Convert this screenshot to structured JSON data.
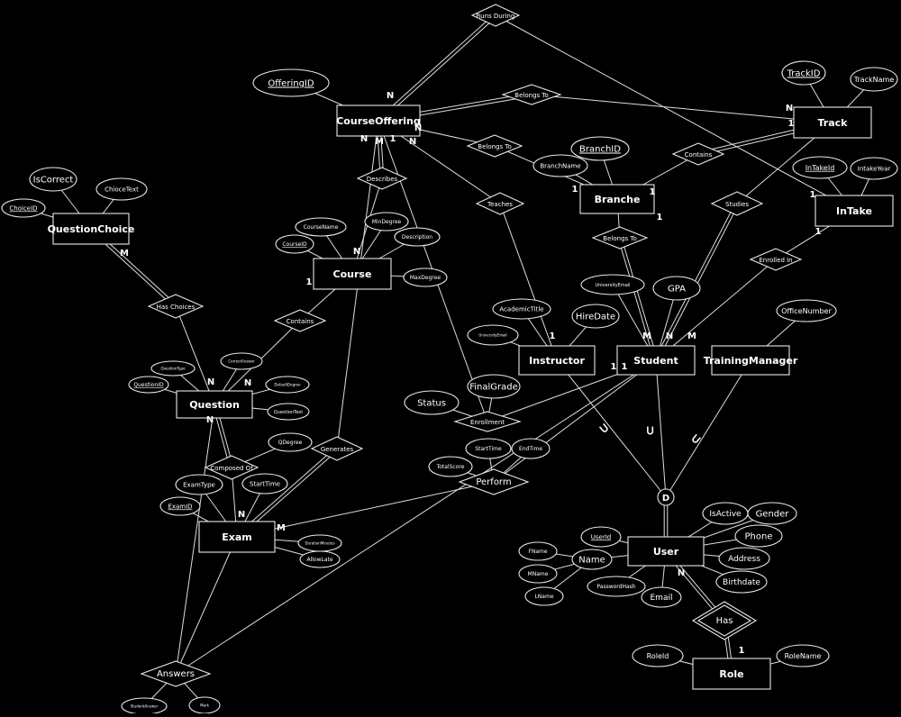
{
  "diagram": {
    "entities": [
      {
        "id": "courseoffering",
        "label": "CourseOffering"
      },
      {
        "id": "track",
        "label": "Track"
      },
      {
        "id": "branche",
        "label": "Branche"
      },
      {
        "id": "intake",
        "label": "InTake"
      },
      {
        "id": "questionchoice",
        "label": "QuestionChoice"
      },
      {
        "id": "course",
        "label": "Course"
      },
      {
        "id": "question",
        "label": "Question"
      },
      {
        "id": "instructor",
        "label": "Instructor"
      },
      {
        "id": "student",
        "label": "Student"
      },
      {
        "id": "trainingmanager",
        "label": "TrainingManager"
      },
      {
        "id": "exam",
        "label": "Exam"
      },
      {
        "id": "user",
        "label": "User"
      },
      {
        "id": "role",
        "label": "Role"
      }
    ],
    "relationships": [
      {
        "id": "runsduring",
        "label": "Runs During"
      },
      {
        "id": "belongsto1",
        "label": "Belongs To"
      },
      {
        "id": "belongsto2",
        "label": "Belongs To"
      },
      {
        "id": "contains1",
        "label": "Contains"
      },
      {
        "id": "describes",
        "label": "Describes"
      },
      {
        "id": "teaches",
        "label": "Teaches"
      },
      {
        "id": "studies",
        "label": "Studies"
      },
      {
        "id": "belongsto3",
        "label": "Belongs To"
      },
      {
        "id": "enrolledin",
        "label": "Enrolled In"
      },
      {
        "id": "haschoices",
        "label": "Has Choices"
      },
      {
        "id": "contains2",
        "label": "Contains"
      },
      {
        "id": "composedof",
        "label": "Composed Of"
      },
      {
        "id": "generates",
        "label": "Generates"
      },
      {
        "id": "enrollment",
        "label": "Enrollment"
      },
      {
        "id": "perform",
        "label": "Perform"
      },
      {
        "id": "has",
        "label": "Has"
      },
      {
        "id": "answers",
        "label": "Answers"
      }
    ],
    "attributes": [
      {
        "id": "offeringid",
        "label": "OfferingID",
        "key": true
      },
      {
        "id": "trackid",
        "label": "TrackID",
        "key": true
      },
      {
        "id": "trackname",
        "label": "TrackName"
      },
      {
        "id": "branchid",
        "label": "BranchID",
        "key": true
      },
      {
        "id": "branchname",
        "label": "BranchName"
      },
      {
        "id": "intakeid",
        "label": "InTakeId",
        "key": true
      },
      {
        "id": "intakeyear",
        "label": "IntakeYear"
      },
      {
        "id": "iscorrect",
        "label": "IsCorrect"
      },
      {
        "id": "chiocetext",
        "label": "ChioceText"
      },
      {
        "id": "choiceid",
        "label": "ChoiceID",
        "key": true
      },
      {
        "id": "coursename",
        "label": "CourseName"
      },
      {
        "id": "courseid",
        "label": "CourseID",
        "key": true
      },
      {
        "id": "mindegree",
        "label": "MinDegree"
      },
      {
        "id": "description",
        "label": "Description"
      },
      {
        "id": "maxdegree",
        "label": "MaxDegree"
      },
      {
        "id": "universityemail1",
        "label": "UniversityEmail"
      },
      {
        "id": "gpa",
        "label": "GPA"
      },
      {
        "id": "academictitle",
        "label": "AcademicTitle"
      },
      {
        "id": "hiredate",
        "label": "HireDate"
      },
      {
        "id": "universityemail2",
        "label": "UniversityEmail"
      },
      {
        "id": "officenumber",
        "label": "OfficeNumber"
      },
      {
        "id": "questiontype",
        "label": "QuestionType"
      },
      {
        "id": "questionid",
        "label": "QuestionID",
        "key": true
      },
      {
        "id": "correctanswer",
        "label": "CorrectAnswer"
      },
      {
        "id": "defaultdegree",
        "label": "DefaultDegree"
      },
      {
        "id": "questiontext",
        "label": "QuestionText"
      },
      {
        "id": "finalgrade",
        "label": "FinalGrade"
      },
      {
        "id": "status",
        "label": "Status"
      },
      {
        "id": "qdegree",
        "label": "QDegree"
      },
      {
        "id": "examtype",
        "label": "ExamType"
      },
      {
        "id": "starttime1",
        "label": "StartTime"
      },
      {
        "id": "examid",
        "label": "ExamID",
        "key": true
      },
      {
        "id": "durationminutes",
        "label": "DurationMinutes"
      },
      {
        "id": "allowlate",
        "label": "AllowLate"
      },
      {
        "id": "starttime2",
        "label": "StartTime"
      },
      {
        "id": "endtime",
        "label": "EndTime"
      },
      {
        "id": "totalscore",
        "label": "TotalScore"
      },
      {
        "id": "isactive",
        "label": "IsActive"
      },
      {
        "id": "gender",
        "label": "Gender"
      },
      {
        "id": "phone",
        "label": "Phone"
      },
      {
        "id": "address",
        "label": "Address"
      },
      {
        "id": "birthdate",
        "label": "Birthdate"
      },
      {
        "id": "userid",
        "label": "UserId",
        "key": true
      },
      {
        "id": "name",
        "label": "Name"
      },
      {
        "id": "fname",
        "label": "FName"
      },
      {
        "id": "mname",
        "label": "MName"
      },
      {
        "id": "lname",
        "label": "LName"
      },
      {
        "id": "passwordhash",
        "label": "PasswordHash"
      },
      {
        "id": "email",
        "label": "Email"
      },
      {
        "id": "roleid",
        "label": "RoleId"
      },
      {
        "id": "rolename",
        "label": "RoleName"
      },
      {
        "id": "studentanswer",
        "label": "StudentAnswer"
      },
      {
        "id": "mark",
        "label": "Mark"
      }
    ],
    "specialization": {
      "label": "D",
      "subset": "⊂"
    },
    "cardinalities": [
      "N",
      "N",
      "M",
      "1",
      "N",
      "N",
      "N",
      "1",
      "1",
      "1",
      "1",
      "1",
      "1",
      "M",
      "1",
      "1",
      "N",
      "1",
      "1",
      "M",
      "N",
      "N",
      "N",
      "N",
      "M",
      "N",
      "M",
      "N",
      "1"
    ]
  }
}
